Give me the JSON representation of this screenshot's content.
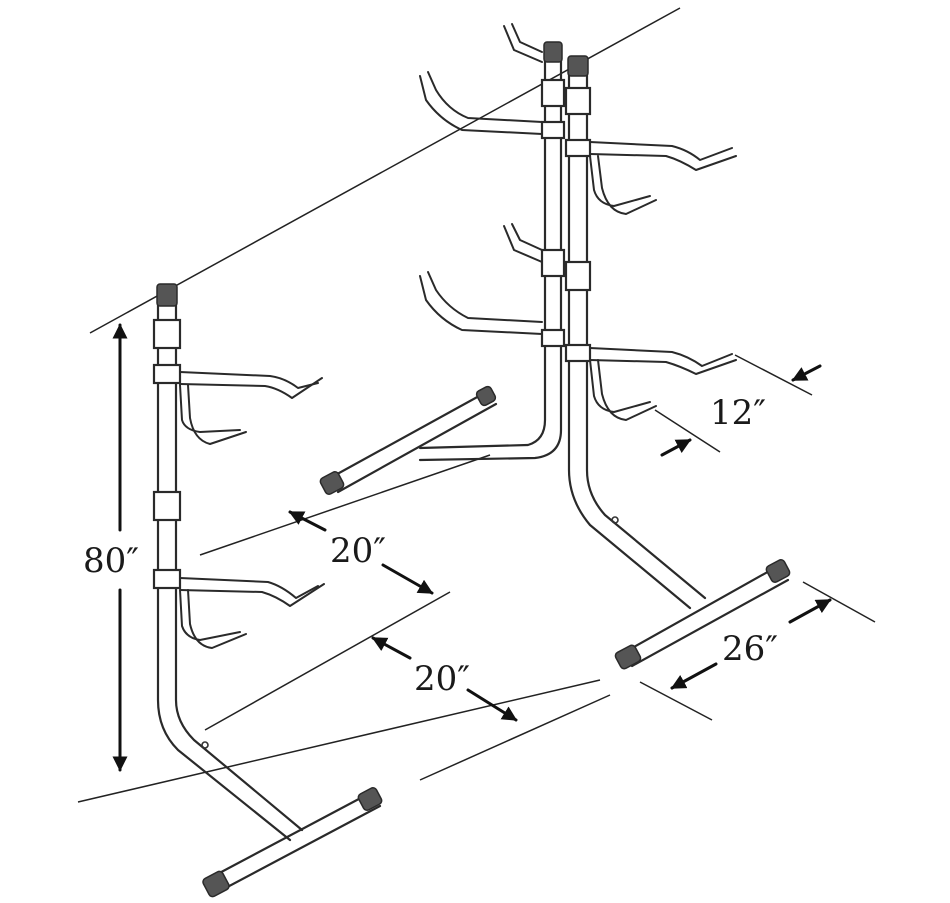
{
  "dimensions": {
    "height": "80″",
    "spacing_front": "20″",
    "spacing_rear": "20″",
    "base_width": "26″",
    "arm_spacing": "12″"
  },
  "colors": {
    "ink": "#2a2a2a",
    "background": "#ffffff"
  }
}
